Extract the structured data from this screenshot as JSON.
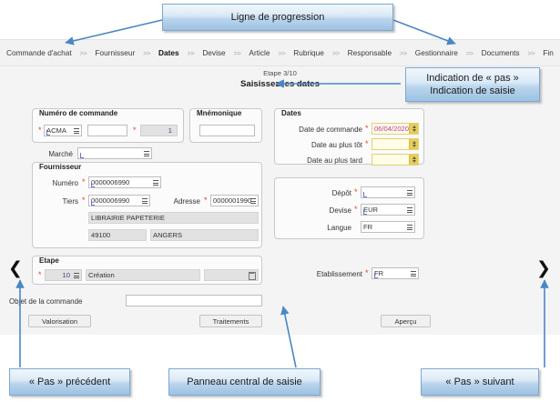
{
  "breadcrumb": {
    "separator": ">>",
    "items": [
      {
        "label": "Commande d'achat",
        "active": false
      },
      {
        "label": "Fournisseur",
        "active": false
      },
      {
        "label": "Dates",
        "active": true
      },
      {
        "label": "Devise",
        "active": false
      },
      {
        "label": "Article",
        "active": false
      },
      {
        "label": "Rubrique",
        "active": false
      },
      {
        "label": "Responsable",
        "active": false
      },
      {
        "label": "Gestionnaire",
        "active": false
      },
      {
        "label": "Documents",
        "active": false
      },
      {
        "label": "Fin",
        "active": false
      }
    ]
  },
  "step_header": {
    "step": "Etape 3/10",
    "title": "Saisissez les dates"
  },
  "nav": {
    "prev_icon": "chevron-left-icon",
    "next_icon": "chevron-right-icon",
    "prev_glyph": "❮",
    "next_glyph": "❯"
  },
  "numero_commande": {
    "legend": "Numéro de commande",
    "code_value": "ACMA",
    "middle_value": "",
    "number_value": "1"
  },
  "mnemonique": {
    "legend": "Mnémonique",
    "value": ""
  },
  "marche": {
    "label": "Marché",
    "value": ""
  },
  "fournisseur": {
    "legend": "Fournisseur",
    "numero_label": "Numéro",
    "numero_value": "0000006990",
    "tiers_label": "Tiers",
    "tiers_value": "0000006990",
    "adresse_label": "Adresse",
    "adresse_value": "0000001990",
    "raison_sociale": "LIBRAIRIE PAPETERIE",
    "code_postal": "49100",
    "ville": "ANGERS"
  },
  "etape": {
    "legend": "Etape",
    "code_value": "10",
    "libelle_value": "Création",
    "date_value": ""
  },
  "objet": {
    "label": "Objet de la commande",
    "value": ""
  },
  "buttons": {
    "valorisation": "Valorisation",
    "traitements": "Traitements",
    "apercu": "Aperçu"
  },
  "dates": {
    "legend": "Dates",
    "rows": [
      {
        "label": "Date de commande",
        "value": "06/04/2020",
        "required": true,
        "highlight": true
      },
      {
        "label": "Date au plus tôt",
        "value": "",
        "required": true,
        "highlight": true
      },
      {
        "label": "Date au plus tard",
        "value": "",
        "required": false,
        "highlight": true
      }
    ]
  },
  "divers": {
    "rows": [
      {
        "label": "Dépôt",
        "value": "",
        "required": true
      },
      {
        "label": "Devise",
        "value": "EUR",
        "required": true
      },
      {
        "label": "Langue",
        "value": "FR",
        "required": false
      }
    ]
  },
  "etablissement": {
    "label": "Etablissement",
    "value": "FR",
    "required": true
  },
  "callouts": {
    "progression": "Ligne de progression",
    "indication_line1": "Indication de « pas »",
    "indication_line2": "Indication de saisie",
    "pas_precedent": "« Pas » précédent",
    "panneau_central": "Panneau central de saisie",
    "pas_suivant": "« Pas » suivant"
  },
  "colors": {
    "callout_border": "#7fa8cf",
    "arrow": "#4a87c4",
    "required_marker": "#e8452c",
    "date_field_bg": "#fffce8",
    "date_value": "#c0399b"
  }
}
